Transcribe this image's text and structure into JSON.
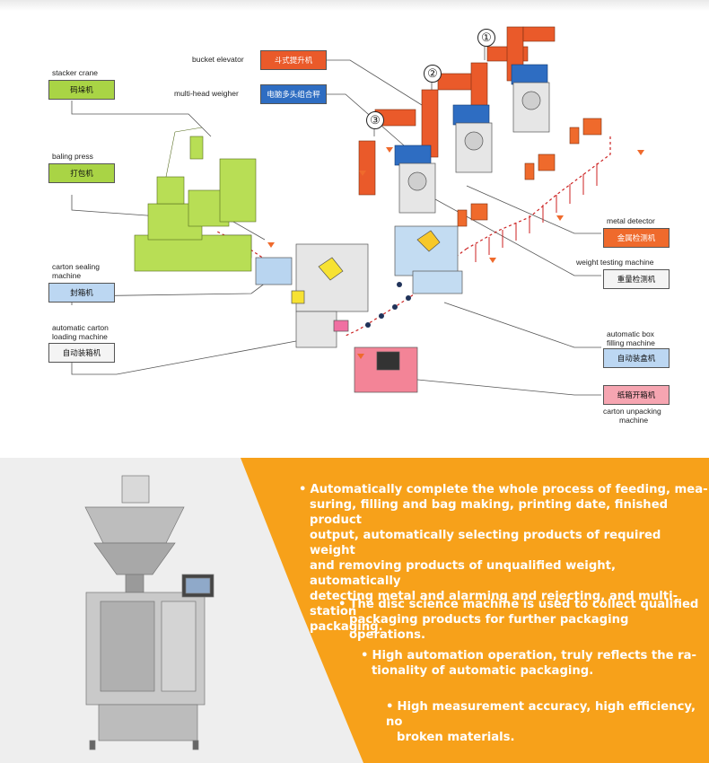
{
  "labels": {
    "stacker_crane_en": "stacker crane",
    "stacker_crane_cn": "码垛机",
    "baling_press_en": "baling press",
    "baling_press_cn": "打包机",
    "carton_sealing_en_1": "carton sealing",
    "carton_sealing_en_2": "machine",
    "carton_sealing_cn": "封箱机",
    "auto_carton_loading_en_1": "automatic carton",
    "auto_carton_loading_en_2": "loading machine",
    "auto_carton_loading_cn": "自动装箱机",
    "bucket_elevator_en": "bucket elevator",
    "bucket_elevator_cn": "斗式提升机",
    "multi_head_weigher_en": "multi-head weigher",
    "multi_head_weigher_cn": "电脑多头组合秤",
    "metal_detector_en": "metal detector",
    "metal_detector_cn": "金属检测机",
    "weight_testing_en": "weight testing machine",
    "weight_testing_cn": "重量检测机",
    "auto_box_filling_en_1": "automatic box",
    "auto_box_filling_en_2": "filling machine",
    "auto_box_filling_cn": "自动装盒机",
    "carton_unpacking_cn": "纸箱开箱机",
    "carton_unpacking_en_1": "carton unpacking",
    "carton_unpacking_en_2": "machine"
  },
  "markers": [
    "①",
    "②",
    "③"
  ],
  "features": [
    {
      "bullet": "•",
      "lines": [
        "Automatically complete the whole process of feeding, mea-",
        "suring, filling and bag making, printing date, finished product",
        "output, automatically selecting products of required weight",
        "and removing products of unqualified weight, automatically",
        "detecting metal and alarming and rejecting, and multi-station",
        "packaging."
      ]
    },
    {
      "bullet": "•",
      "lines": [
        "The disc science machine is used to collect qualified",
        "packaging products for further packaging operations."
      ]
    },
    {
      "bullet": "•",
      "lines": [
        "High automation operation, truly reflects the ra-",
        "tionality of automatic packaging."
      ]
    },
    {
      "bullet": "•",
      "lines": [
        "High measurement accuracy, high efficiency, no",
        "broken materials."
      ]
    }
  ],
  "colors": {
    "accent_orange": "#f7a11a",
    "machine_red": "#ea5a2a",
    "machine_blue": "#2e6dc2",
    "machine_green": "#a9d445",
    "panel_gray": "#eeeeee"
  }
}
